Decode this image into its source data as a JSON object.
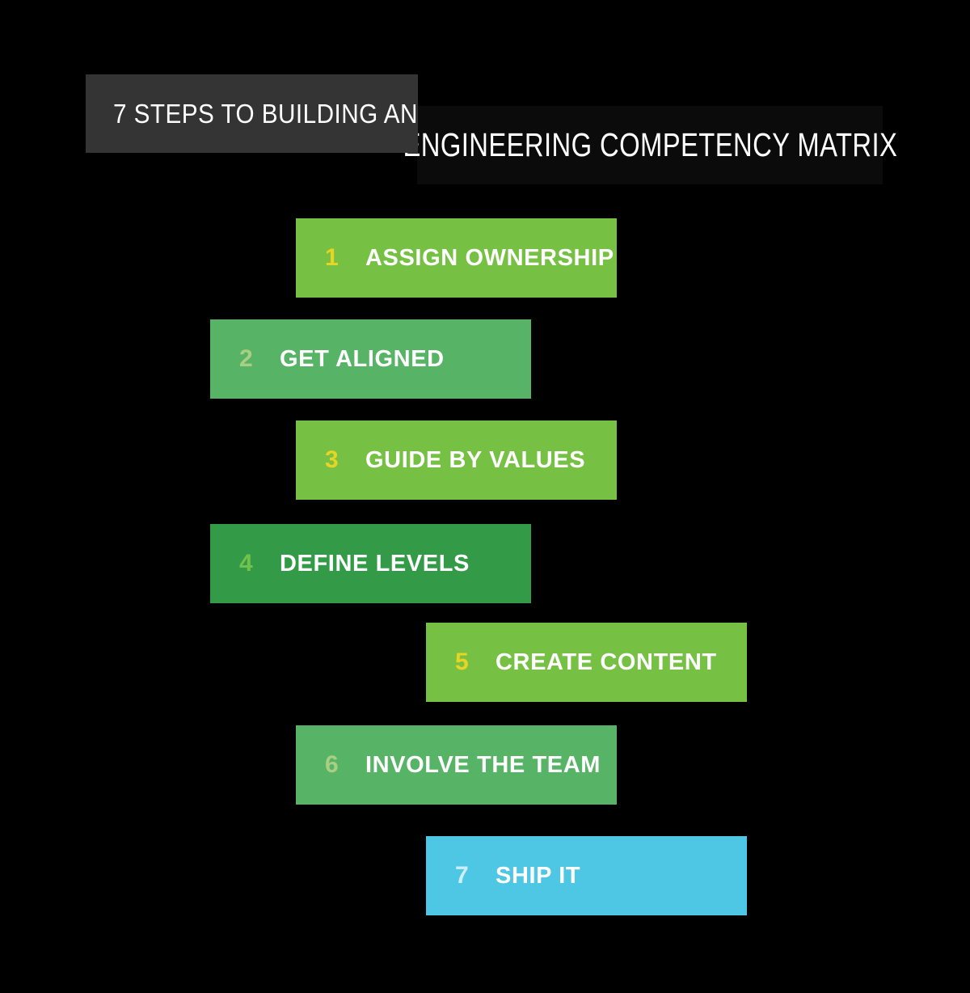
{
  "title": {
    "line1": "7 STEPS TO BUILDING AN",
    "line2": "ENGINEERING COMPETENCY MATRIX"
  },
  "colors": {
    "background": "#000000",
    "title1_bg": "#343434",
    "title2_bg": "#0b0b0b",
    "title_text": "#ffffff",
    "step_label_text": "#ffffff"
  },
  "steps": [
    {
      "number": "1",
      "label": "ASSIGN OWNERSHIP",
      "bar_color": "#76c143",
      "number_color": "#e9d424"
    },
    {
      "number": "2",
      "label": "GET ALIGNED",
      "bar_color": "#57b365",
      "number_color": "#a9cf82"
    },
    {
      "number": "3",
      "label": "GUIDE BY VALUES",
      "bar_color": "#76c143",
      "number_color": "#e9d424"
    },
    {
      "number": "4",
      "label": "DEFINE LEVELS",
      "bar_color": "#339b48",
      "number_color": "#72c14b"
    },
    {
      "number": "5",
      "label": "CREATE CONTENT",
      "bar_color": "#76c143",
      "number_color": "#e9d424"
    },
    {
      "number": "6",
      "label": "INVOLVE THE TEAM",
      "bar_color": "#57b365",
      "number_color": "#a9cf82"
    },
    {
      "number": "7",
      "label": "SHIP IT",
      "bar_color": "#4dc7e3",
      "number_color": "#cdeef8"
    }
  ]
}
